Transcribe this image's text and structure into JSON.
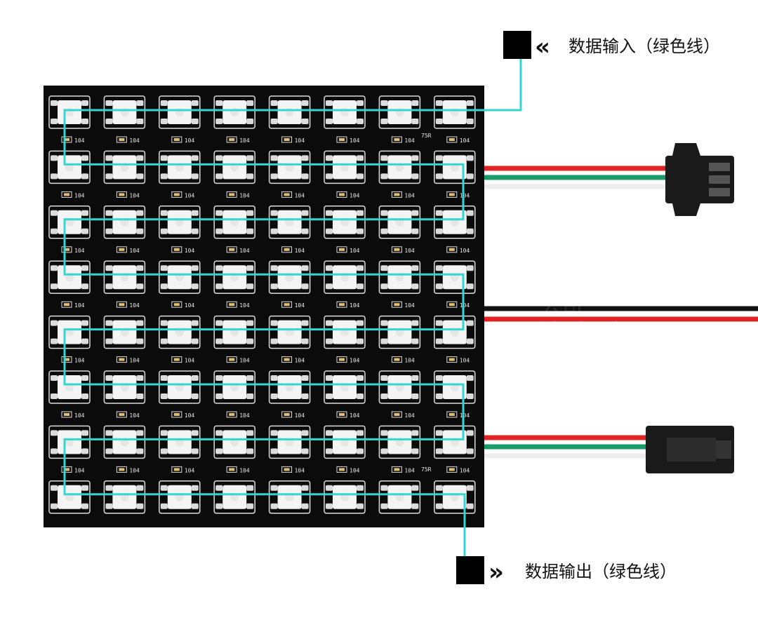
{
  "labels": {
    "data_in_text": "数据输入（绿色线）",
    "data_out_text": "数据输出（绿色线）",
    "in_chevron": "«",
    "out_chevron": "»"
  },
  "resistor_label": "104",
  "capacitor_label": "75R",
  "watermark": {
    "line1": "公司",
    "line2": "Limited"
  },
  "matrix": {
    "rows": 8,
    "cols": 8
  },
  "colors": {
    "board": "#0b0b0b",
    "pad": "#dcdcdc",
    "led": "#f4f4f4",
    "data_line": "#35d6d2",
    "wire_red": "#e02424",
    "wire_green": "#1a9b6a",
    "wire_white": "#f2f2f2",
    "wire_black": "#111111",
    "connector": "#1a1a1a"
  }
}
